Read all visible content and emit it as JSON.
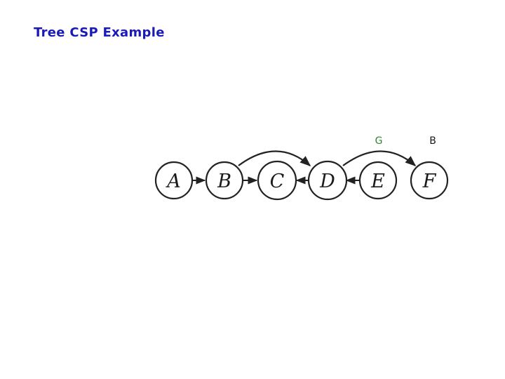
{
  "slide": {
    "title": "Tree CSP Example"
  },
  "graph": {
    "nodes": [
      "A",
      "B",
      "C",
      "D",
      "E",
      "F"
    ],
    "chain_edges": [
      [
        "A",
        "B"
      ],
      [
        "B",
        "C"
      ],
      [
        "D",
        "C"
      ],
      [
        "E",
        "D"
      ]
    ],
    "curved_edges": [
      [
        "B",
        "D"
      ],
      [
        "D",
        "F"
      ]
    ]
  },
  "assignments": [
    {
      "node": "E",
      "value": "G",
      "color": "#2a8a2a"
    },
    {
      "node": "F",
      "value": "B",
      "color": "#1a1a1a"
    }
  ]
}
